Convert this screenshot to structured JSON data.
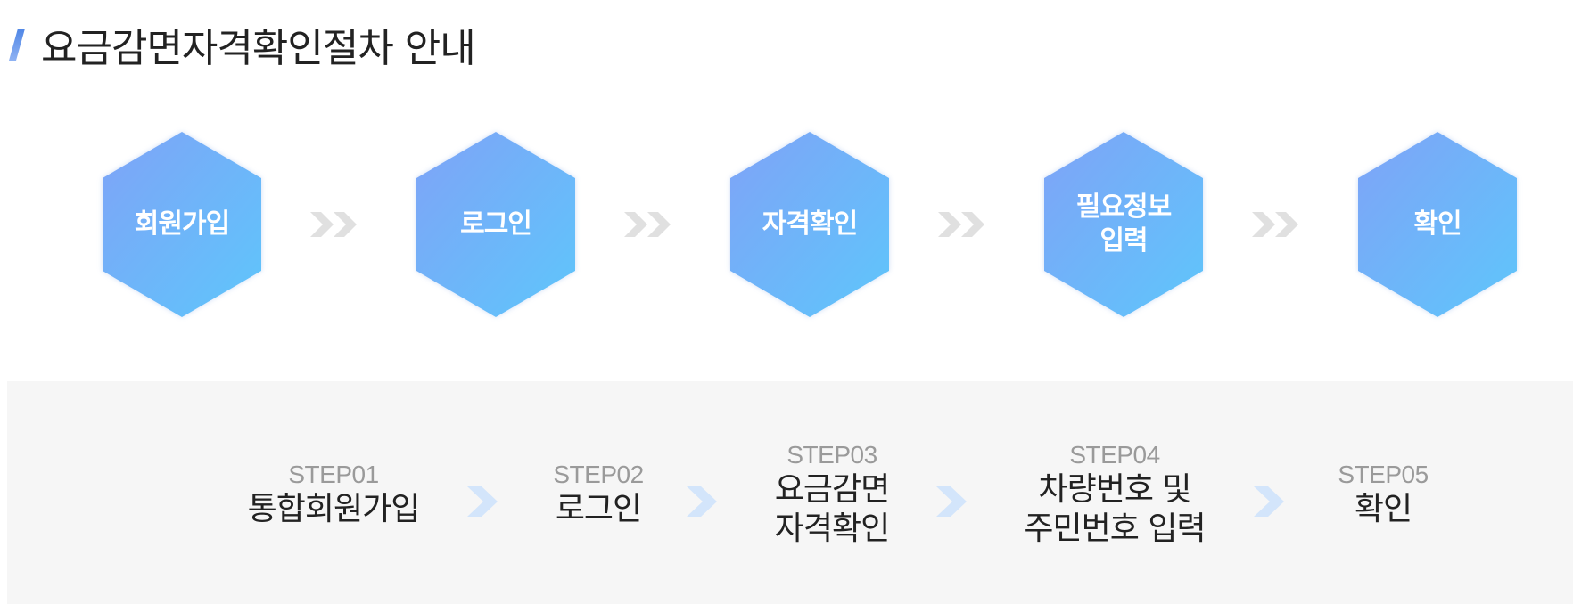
{
  "header": {
    "title": "요금감면자격확인절차 안내",
    "accent_color": "#5b8fe8"
  },
  "flow": {
    "gradient_start": "#7fa3f7",
    "gradient_end": "#5ec6fb",
    "arrow_color": "#e0e0e0",
    "steps": [
      {
        "label": "회원가입"
      },
      {
        "label": "로그인"
      },
      {
        "label": "자격확인"
      },
      {
        "label": "필요정보\n입력"
      },
      {
        "label": "확인"
      }
    ]
  },
  "steps_panel": {
    "chevron_color": "#d3e5fb",
    "items": [
      {
        "step": "STEP01",
        "text": "통합회원가입"
      },
      {
        "step": "STEP02",
        "text": "로그인"
      },
      {
        "step": "STEP03",
        "text": "요금감면\n자격확인"
      },
      {
        "step": "STEP04",
        "text": "차량번호 및\n주민번호 입력"
      },
      {
        "step": "STEP05",
        "text": "확인"
      }
    ]
  }
}
